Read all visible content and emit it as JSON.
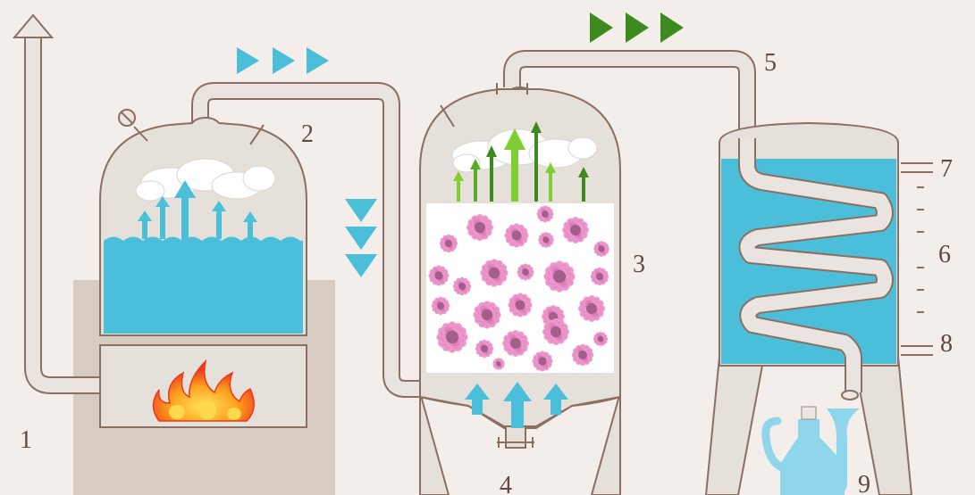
{
  "labels": {
    "n1": "1",
    "n2": "2",
    "n3": "3",
    "n4": "4",
    "n5": "5",
    "n6": "6",
    "n7": "7",
    "n8": "8",
    "n9": "9"
  },
  "colors": {
    "background": "#f3eee9",
    "vessel_fill": "#e6e0da",
    "outline": "#8a6f63",
    "water": "#4bbfd9",
    "furnace_block": "#d6ccc4",
    "steam_arrow_blue": "#4bbfd9",
    "vapor_arrow_green": "#3f8a1e",
    "vapor_arrow_light_green": "#7fcf32",
    "flower_pink": "#e77fbf",
    "receiver_blue": "#8fd6ea"
  },
  "icons": [
    "chimney-arrow-icon",
    "pressure-gauge-icon",
    "fire-icon",
    "steam-cloud-icon",
    "flower-icon",
    "flow-direction-arrow-icon",
    "condenser-coil-icon",
    "florentine-flask-icon",
    "drain-valve-icon"
  ]
}
